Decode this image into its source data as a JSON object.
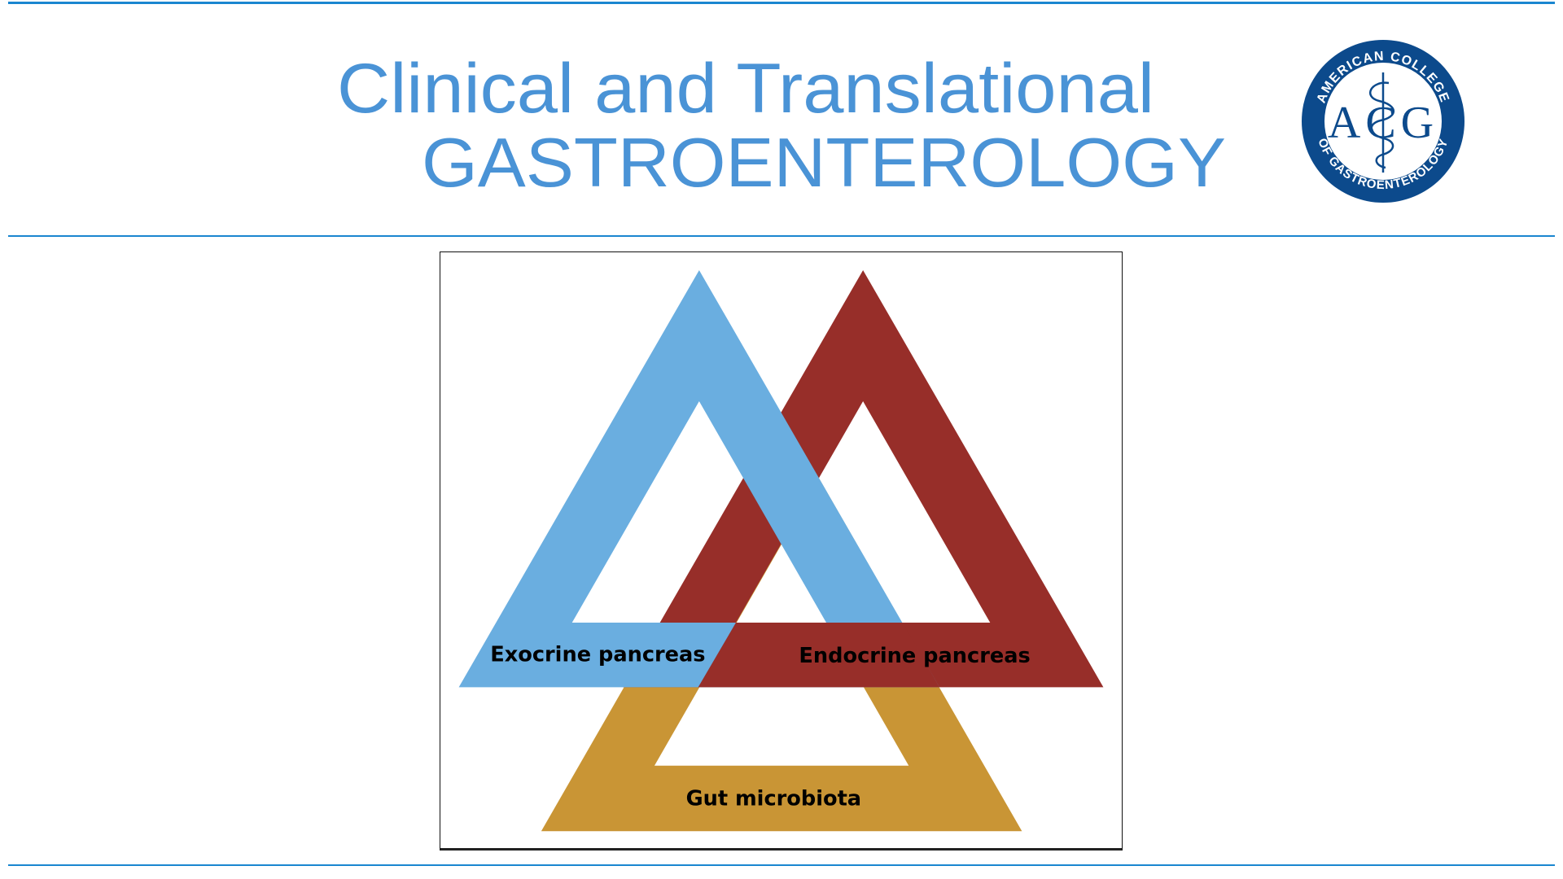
{
  "header": {
    "title_line1": "Clinical and Translational",
    "title_line2": "GASTROENTEROLOGY",
    "logo": {
      "top_text": "AMERICAN COLLEGE",
      "bottom_text": "OF GASTROENTEROLOGY",
      "monogram": "ACG"
    }
  },
  "figure": {
    "labels": {
      "exocrine": "Exocrine pancreas",
      "endocrine": "Endocrine pancreas",
      "gut": "Gut microbiota"
    },
    "colors": {
      "exocrine": "#6aaee0",
      "endocrine": "#972e29",
      "gut": "#c99535"
    }
  },
  "colors": {
    "brand": "#4a93d6",
    "rule": "#1a86d0",
    "logo": "#0c4a8c"
  }
}
